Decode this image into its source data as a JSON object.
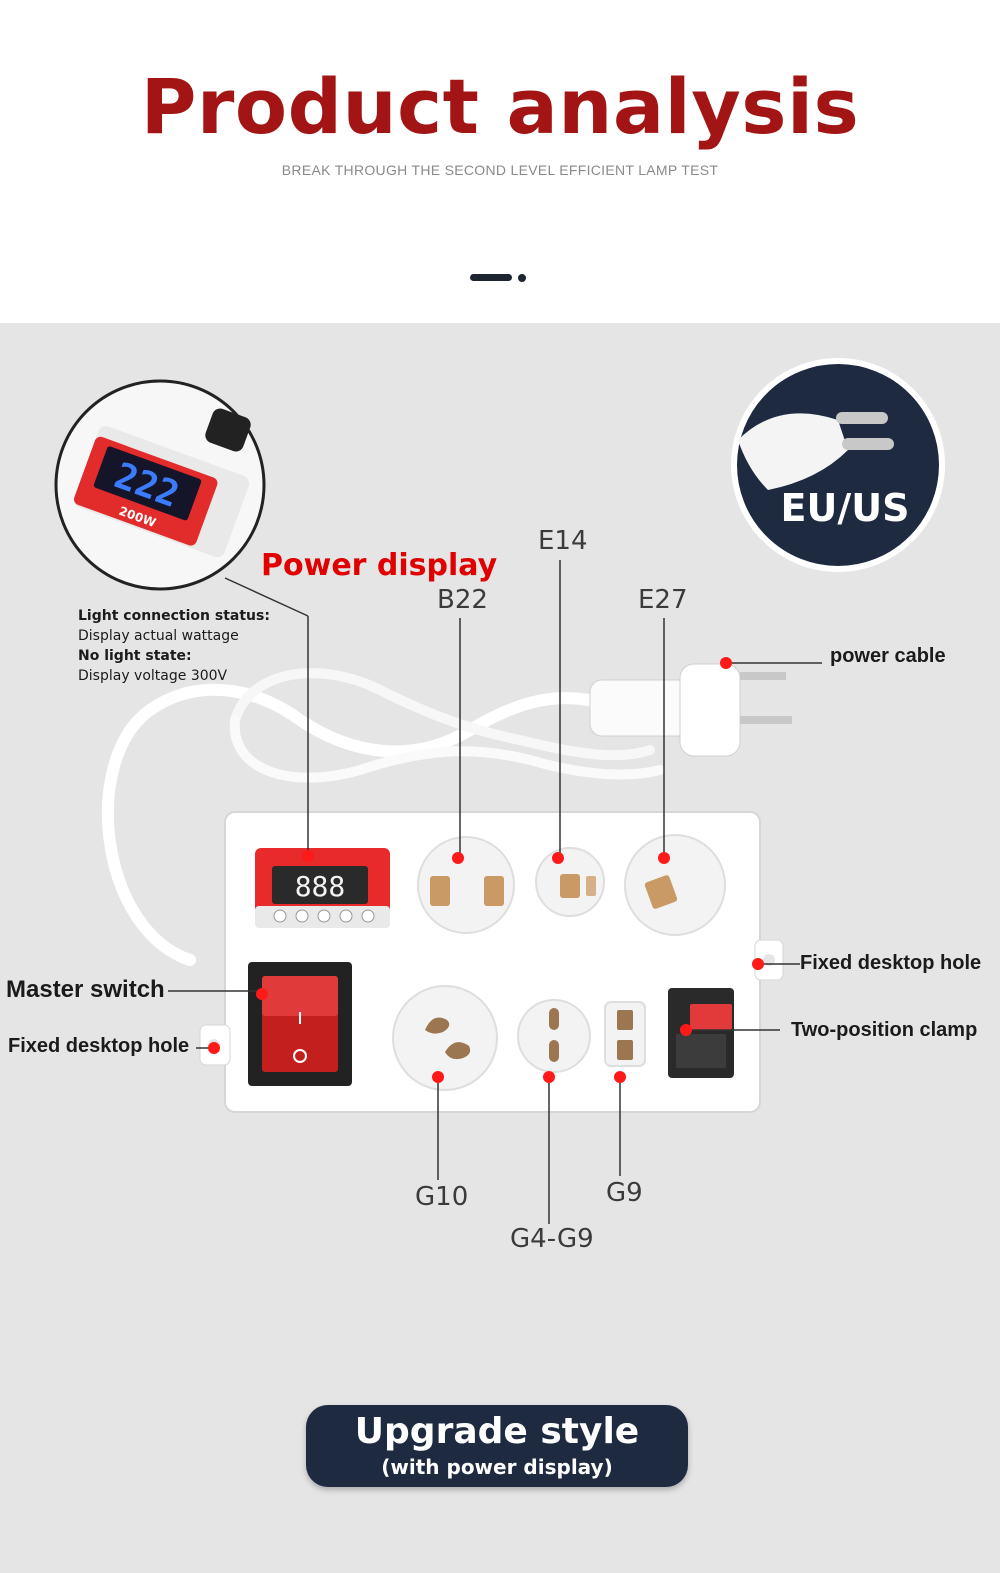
{
  "header": {
    "title": "Product analysis",
    "subtitle": "BREAK THROUGH THE SECOND LEVEL EFFICIENT LAMP TEST"
  },
  "colors": {
    "title": "#a31515",
    "accent_red": "#e00000",
    "navy": "#1d2a40",
    "background": "#e5e5e5"
  },
  "plug_badge": {
    "label": "EU/US"
  },
  "power_display": {
    "label": "Power display",
    "connected_heading": "Light connection status:",
    "connected_text": "Display actual wattage",
    "no_light_heading": "No light state:",
    "no_light_text": "Display voltage 300V",
    "reading": "222",
    "brand": "200W"
  },
  "sockets": {
    "b22": "B22",
    "e14": "E14",
    "e27": "E27",
    "g10": "G10",
    "g4g9": "G4-G9",
    "g9": "G9"
  },
  "callouts": {
    "power_cable": "power cable",
    "fixed_hole_right": "Fixed desktop hole",
    "fixed_hole_left": "Fixed desktop hole",
    "master_switch": "Master switch",
    "clamp": "Two-position clamp"
  },
  "footer_badge": {
    "title": "Upgrade style",
    "subtitle": "(with power display)"
  }
}
